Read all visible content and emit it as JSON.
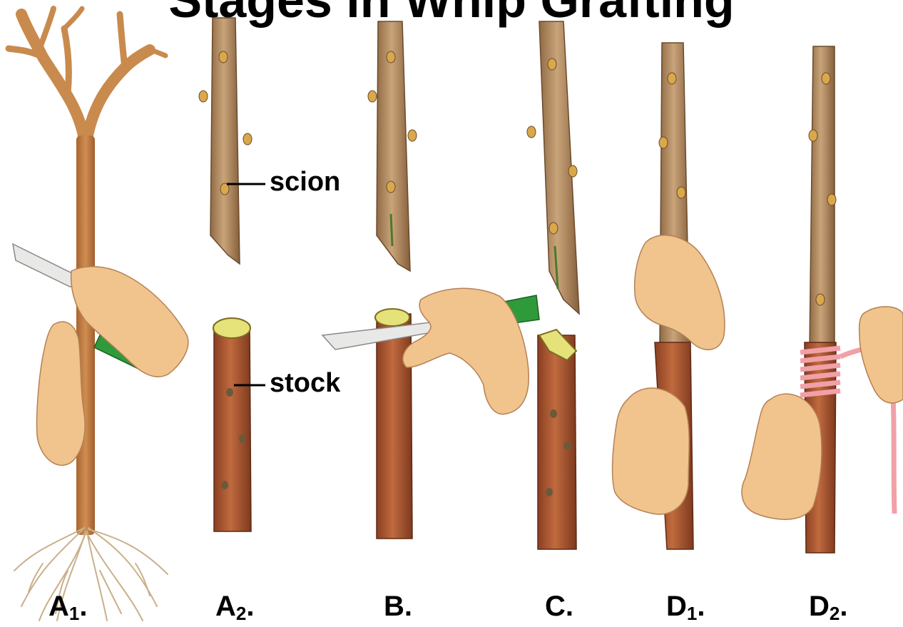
{
  "title": "Stages in Whip Grafting",
  "callouts": {
    "scion": "scion",
    "stock": "stock"
  },
  "stages": [
    {
      "letter": "A",
      "sub": "1",
      "suffix": "."
    },
    {
      "letter": "A",
      "sub": "2",
      "suffix": "."
    },
    {
      "letter": "B",
      "sub": "",
      "suffix": "."
    },
    {
      "letter": "C",
      "sub": "",
      "suffix": "."
    },
    {
      "letter": "D",
      "sub": "1",
      "suffix": "."
    },
    {
      "letter": "D",
      "sub": "2",
      "suffix": "."
    }
  ],
  "colors": {
    "scion_bark": "#b58e62",
    "stock_bark": "#a85a34",
    "cut_wood": "#e6e27a",
    "skin": "#f0c48c",
    "knife_blade": "#e8e8e6",
    "knife_handle": "#2f9a3a",
    "grafting_tape": "#f2a0a8",
    "roots": "#c8b08a"
  }
}
